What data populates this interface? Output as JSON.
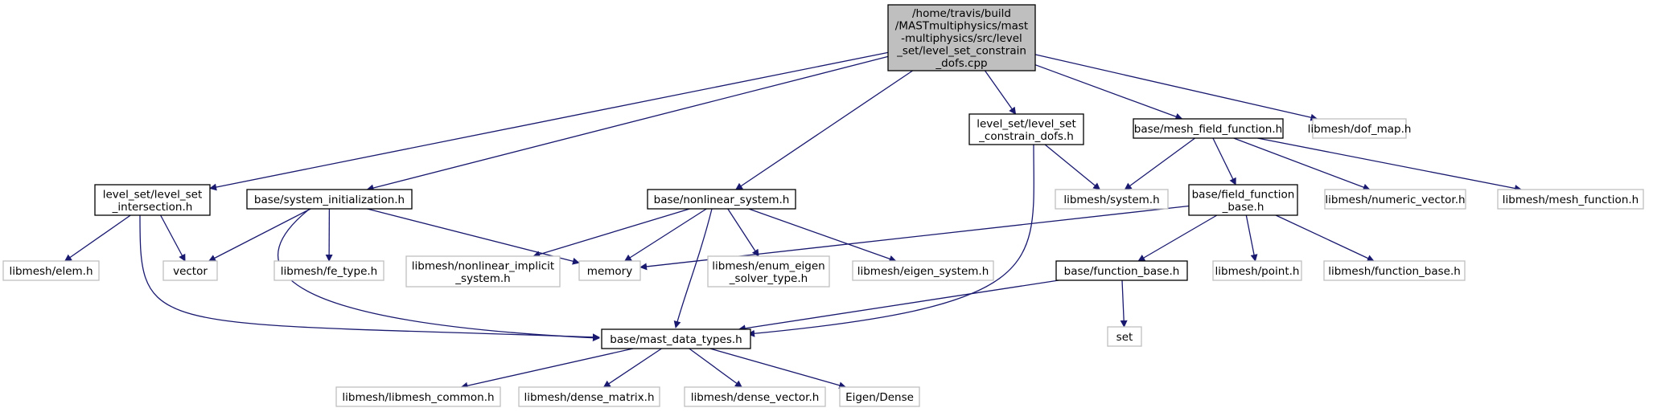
{
  "colors": {
    "root_fill": "#bfbfbf",
    "internal_border": "#000000",
    "external_border": "#bfbfbf",
    "edge": "#191970"
  },
  "nodes": [
    {
      "id": "root",
      "kind": "root",
      "lines": [
        "/home/travis/build",
        "/MASTmultiphysics/mast",
        "-multiphysics/src/level",
        "_set/level_set_constrain",
        "_dofs.cpp"
      ]
    },
    {
      "id": "lsi",
      "kind": "internal",
      "lines": [
        "level_set/level_set",
        "_intersection.h"
      ]
    },
    {
      "id": "sysinit",
      "kind": "internal",
      "lines": [
        "base/system_initialization.h"
      ]
    },
    {
      "id": "nls",
      "kind": "internal",
      "lines": [
        "base/nonlinear_system.h"
      ]
    },
    {
      "id": "lscd",
      "kind": "internal",
      "lines": [
        "level_set/level_set",
        "_constrain_dofs.h"
      ]
    },
    {
      "id": "mff",
      "kind": "internal",
      "lines": [
        "base/mesh_field_function.h"
      ]
    },
    {
      "id": "dofmap",
      "kind": "external",
      "lines": [
        "libmesh/dof_map.h"
      ]
    },
    {
      "id": "elem",
      "kind": "external",
      "lines": [
        "libmesh/elem.h"
      ]
    },
    {
      "id": "vector",
      "kind": "external",
      "lines": [
        "vector"
      ]
    },
    {
      "id": "fetype",
      "kind": "external",
      "lines": [
        "libmesh/fe_type.h"
      ]
    },
    {
      "id": "nlimp",
      "kind": "external",
      "lines": [
        "libmesh/nonlinear_implicit",
        "_system.h"
      ]
    },
    {
      "id": "memory",
      "kind": "external",
      "lines": [
        "memory"
      ]
    },
    {
      "id": "enumeig",
      "kind": "external",
      "lines": [
        "libmesh/enum_eigen",
        "_solver_type.h"
      ]
    },
    {
      "id": "eigsys",
      "kind": "external",
      "lines": [
        "libmesh/eigen_system.h"
      ]
    },
    {
      "id": "system",
      "kind": "external",
      "lines": [
        "libmesh/system.h"
      ]
    },
    {
      "id": "ffb",
      "kind": "internal",
      "lines": [
        "base/field_function",
        "_base.h"
      ]
    },
    {
      "id": "numvec",
      "kind": "external",
      "lines": [
        "libmesh/numeric_vector.h"
      ]
    },
    {
      "id": "meshfn",
      "kind": "external",
      "lines": [
        "libmesh/mesh_function.h"
      ]
    },
    {
      "id": "fb",
      "kind": "internal",
      "lines": [
        "base/function_base.h"
      ]
    },
    {
      "id": "point",
      "kind": "external",
      "lines": [
        "libmesh/point.h"
      ]
    },
    {
      "id": "lfb",
      "kind": "external",
      "lines": [
        "libmesh/function_base.h"
      ]
    },
    {
      "id": "mdt",
      "kind": "internal",
      "lines": [
        "base/mast_data_types.h"
      ]
    },
    {
      "id": "set",
      "kind": "external",
      "lines": [
        "set"
      ]
    },
    {
      "id": "common",
      "kind": "external",
      "lines": [
        "libmesh/libmesh_common.h"
      ]
    },
    {
      "id": "dmat",
      "kind": "external",
      "lines": [
        "libmesh/dense_matrix.h"
      ]
    },
    {
      "id": "dvec",
      "kind": "external",
      "lines": [
        "libmesh/dense_vector.h"
      ]
    },
    {
      "id": "eigdense",
      "kind": "external",
      "lines": [
        "Eigen/Dense"
      ]
    }
  ],
  "edges": [
    [
      "root",
      "lsi"
    ],
    [
      "root",
      "sysinit"
    ],
    [
      "root",
      "nls"
    ],
    [
      "root",
      "lscd"
    ],
    [
      "root",
      "mff"
    ],
    [
      "root",
      "dofmap"
    ],
    [
      "lsi",
      "elem"
    ],
    [
      "lsi",
      "vector"
    ],
    [
      "lsi",
      "mdt"
    ],
    [
      "sysinit",
      "vector"
    ],
    [
      "sysinit",
      "fetype"
    ],
    [
      "sysinit",
      "memory"
    ],
    [
      "sysinit",
      "mdt"
    ],
    [
      "nls",
      "nlimp"
    ],
    [
      "nls",
      "memory"
    ],
    [
      "nls",
      "enumeig"
    ],
    [
      "nls",
      "eigsys"
    ],
    [
      "nls",
      "mdt"
    ],
    [
      "lscd",
      "system"
    ],
    [
      "lscd",
      "mdt"
    ],
    [
      "mff",
      "system"
    ],
    [
      "mff",
      "ffb"
    ],
    [
      "mff",
      "numvec"
    ],
    [
      "mff",
      "meshfn"
    ],
    [
      "ffb",
      "memory"
    ],
    [
      "ffb",
      "fb"
    ],
    [
      "ffb",
      "point"
    ],
    [
      "ffb",
      "lfb"
    ],
    [
      "fb",
      "mdt"
    ],
    [
      "fb",
      "set"
    ],
    [
      "mdt",
      "common"
    ],
    [
      "mdt",
      "dmat"
    ],
    [
      "mdt",
      "dvec"
    ],
    [
      "mdt",
      "eigdense"
    ]
  ]
}
